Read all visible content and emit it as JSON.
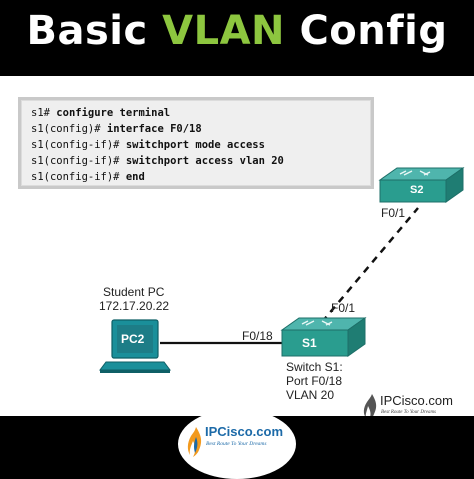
{
  "title": {
    "part1": "Basic ",
    "accent": "VLAN",
    "part2": " Config"
  },
  "cli": [
    {
      "prompt": "s1#",
      "command": "configure terminal"
    },
    {
      "prompt": "s1(config)#",
      "command": "interface F0/18"
    },
    {
      "prompt": "s1(config-if)#",
      "command": "switchport mode access"
    },
    {
      "prompt": "s1(config-if)#",
      "command": "switchport access vlan 20"
    },
    {
      "prompt": "s1(config-if)#",
      "command": "end"
    }
  ],
  "devices": {
    "s2": {
      "label": "S2",
      "port": "F0/1"
    },
    "s1": {
      "label": "S1",
      "port_top": "F0/1",
      "port_left": "F0/18",
      "caption": [
        "Switch S1:",
        "Port F0/18",
        "VLAN 20"
      ]
    },
    "pc": {
      "label": "PC2",
      "caption": [
        "Student PC",
        "172.17.20.22"
      ]
    }
  },
  "colors": {
    "accent": "#8dc63f",
    "switch": "#2a9d8f",
    "pc": "#1a8f9a",
    "link": "#111111"
  },
  "watermark": {
    "name": "IPCisco.com",
    "tagline": "Best Route To Your Dreams"
  },
  "logo": {
    "name": "IPCisco.com",
    "tagline": "Best Route To Your Dreams"
  }
}
